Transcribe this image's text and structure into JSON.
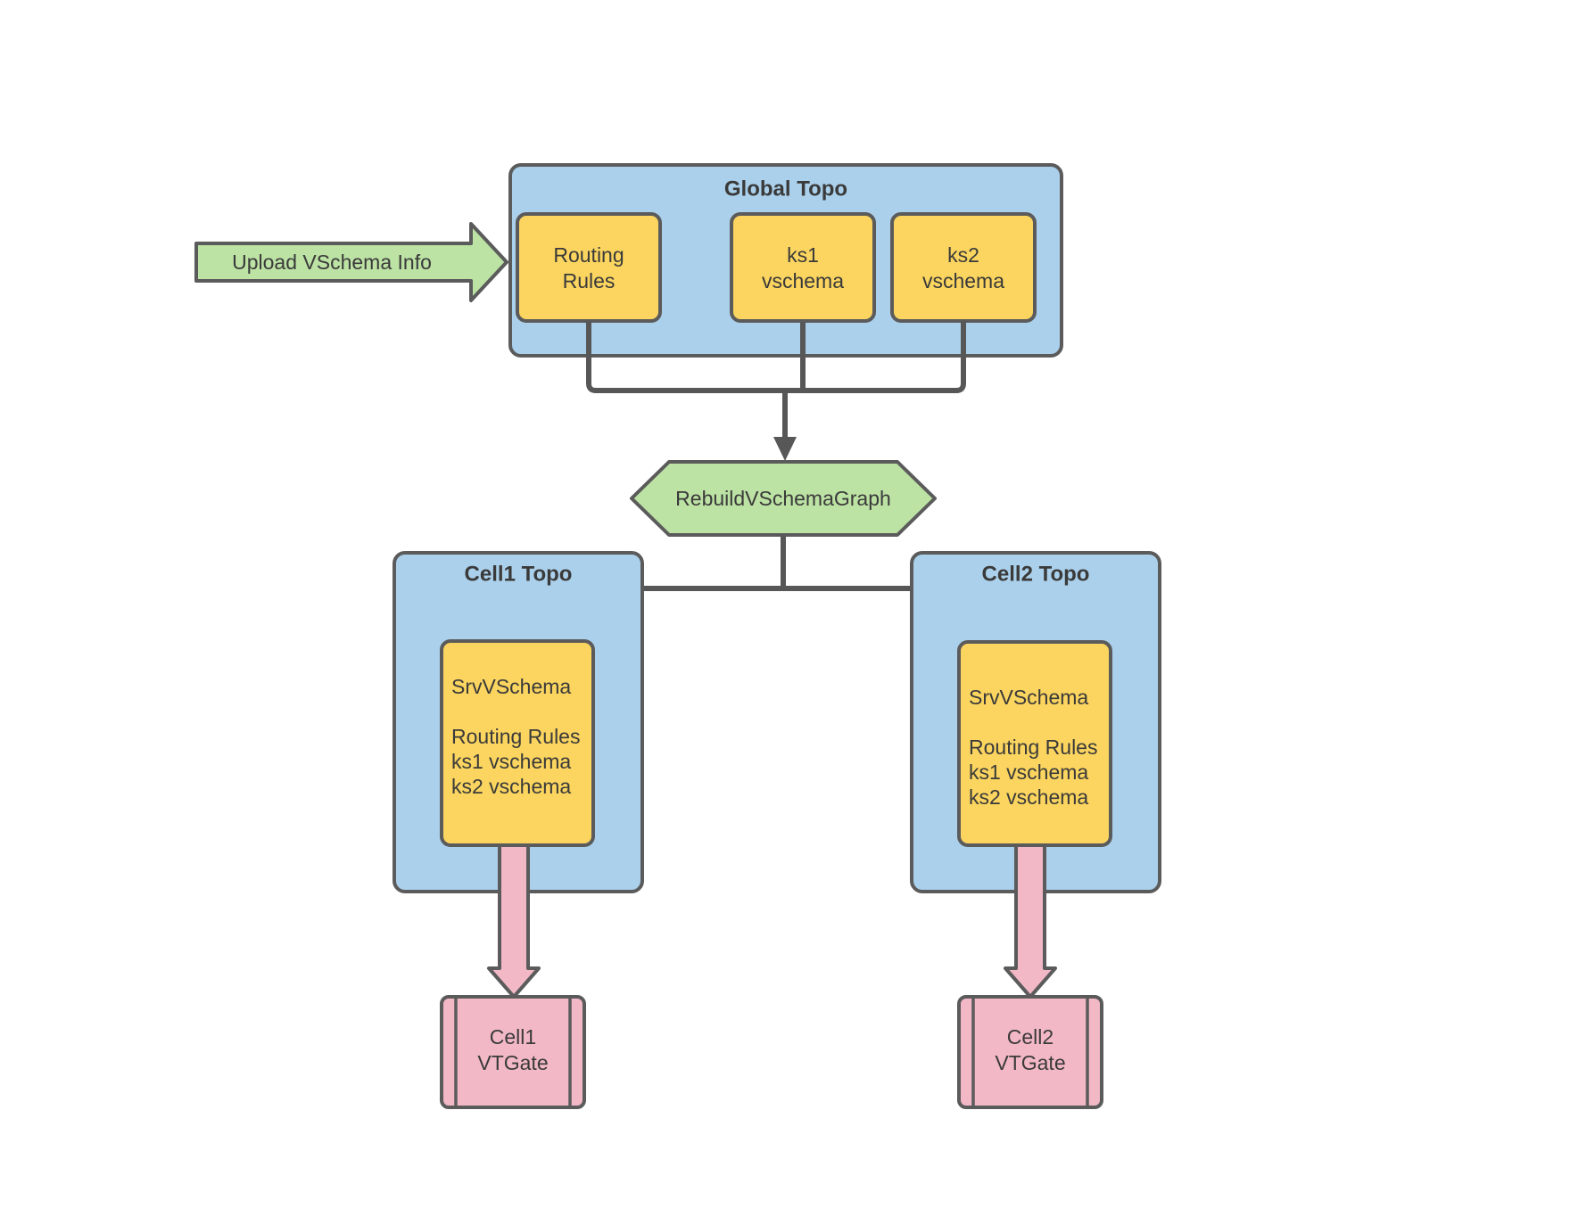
{
  "diagram": {
    "colors": {
      "container_fill": "#ABD0EB",
      "node_fill": "#FBD55F",
      "green_fill": "#BCE2A4",
      "pink_fill": "#F2B8C6",
      "stroke": "#5B5B5B",
      "connector": "#575757",
      "text": "#3A3A3A"
    },
    "upload_arrow": {
      "label": "Upload VSchema Info"
    },
    "global_topo": {
      "title": "Global Topo",
      "routing_rules": {
        "line1": "Routing",
        "line2": "Rules"
      },
      "ks1": {
        "line1": "ks1",
        "line2": "vschema"
      },
      "ks2": {
        "line1": "ks2",
        "line2": "vschema"
      }
    },
    "rebuild": {
      "label": "RebuildVSchemaGraph"
    },
    "cell1": {
      "title": "Cell1 Topo",
      "srv_box_lines": [
        "SrvVSchema",
        "",
        "Routing Rules",
        "ks1 vschema",
        "ks2 vschema"
      ],
      "vtgate": {
        "line1": "Cell1",
        "line2": "VTGate"
      }
    },
    "cell2": {
      "title": "Cell2 Topo",
      "srv_box_lines": [
        "SrvVSchema",
        "",
        "Routing Rules",
        "ks1 vschema",
        "ks2 vschema"
      ],
      "vtgate": {
        "line1": "Cell2",
        "line2": "VTGate"
      }
    }
  }
}
